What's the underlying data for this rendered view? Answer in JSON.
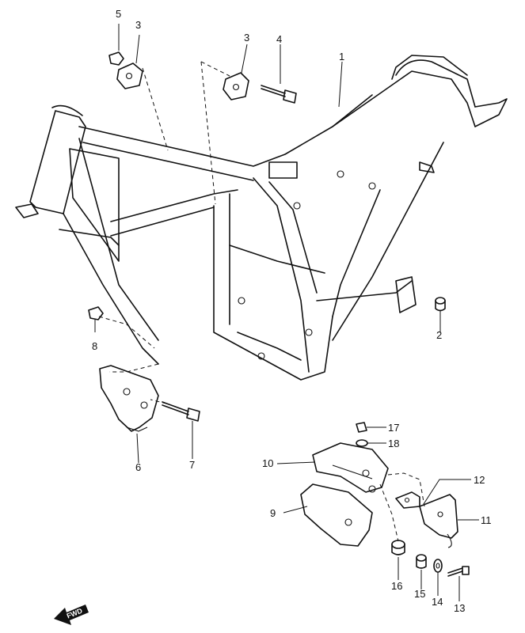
{
  "callouts": {
    "p1": "1",
    "p2": "2",
    "p3a": "3",
    "p3b": "3",
    "p4": "4",
    "p5": "5",
    "p6": "6",
    "p7": "7",
    "p8": "8",
    "p9": "9",
    "p10": "10",
    "p11": "11",
    "p12": "12",
    "p13": "13",
    "p14": "14",
    "p15": "15",
    "p16": "16",
    "p17": "17",
    "p18": "18"
  },
  "fwd_label": "FWD"
}
